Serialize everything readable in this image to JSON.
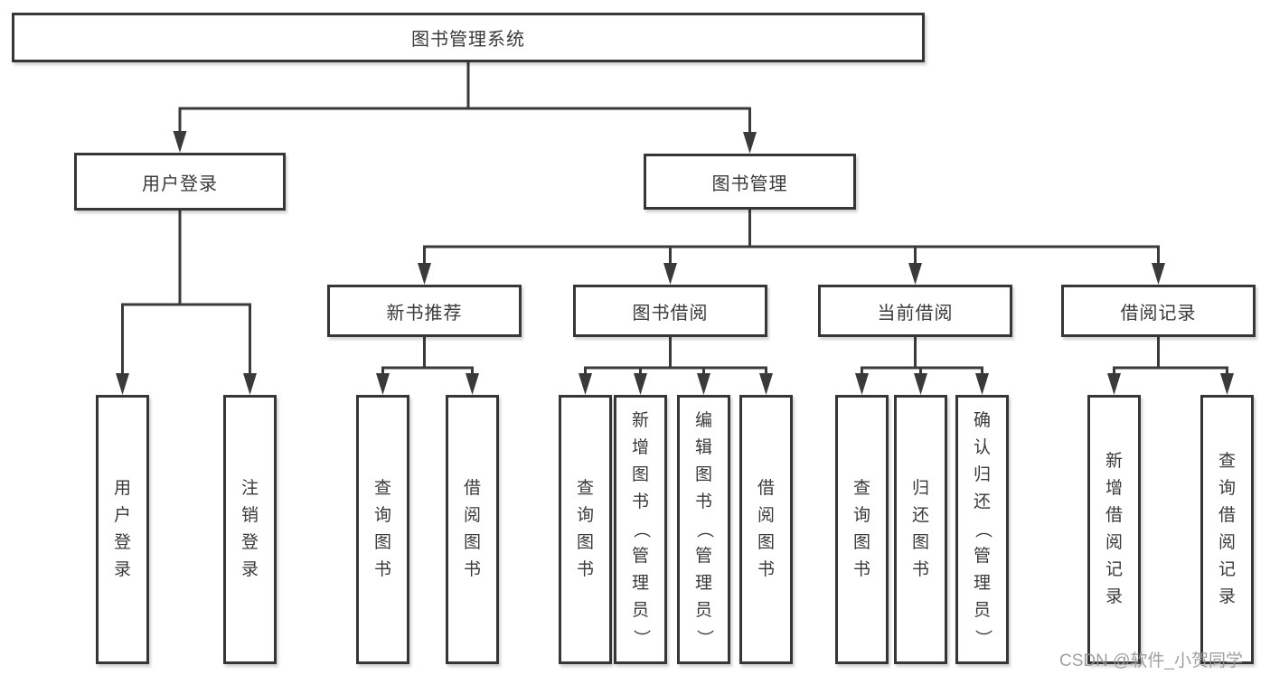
{
  "tree": {
    "label": "图书管理系统",
    "children": [
      {
        "label": "用户登录",
        "children": [
          {
            "label": "用户登录"
          },
          {
            "label": "注销登录"
          }
        ]
      },
      {
        "label": "图书管理",
        "children": [
          {
            "label": "新书推荐",
            "children": [
              {
                "label": "查询图书"
              },
              {
                "label": "借阅图书"
              }
            ]
          },
          {
            "label": "图书借阅",
            "children": [
              {
                "label": "查询图书"
              },
              {
                "label": "新增图书（管理员）"
              },
              {
                "label": "编辑图书（管理员）"
              },
              {
                "label": "借阅图书"
              }
            ]
          },
          {
            "label": "当前借阅",
            "children": [
              {
                "label": "查询图书"
              },
              {
                "label": "归还图书"
              },
              {
                "label": "确认归还（管理员）"
              }
            ]
          },
          {
            "label": "借阅记录",
            "children": [
              {
                "label": "新增借阅记录"
              },
              {
                "label": "查询借阅记录"
              }
            ]
          }
        ]
      }
    ]
  },
  "watermark": {
    "text": "CSDN @软件_小贺同学"
  },
  "colors": {
    "line": "#3a3a3a",
    "border": "#363636",
    "text": "#3a3a3a",
    "watermark": "#989898",
    "background": "#ffffff"
  }
}
